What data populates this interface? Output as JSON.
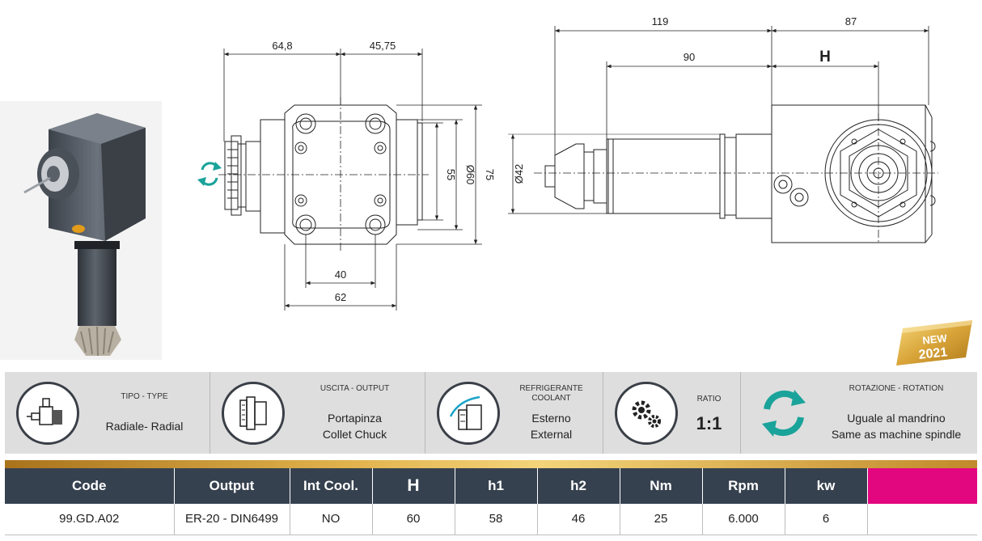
{
  "drawing": {
    "front_view": {
      "dim_top_left": "64,8",
      "dim_top_right": "45,75",
      "dim_inner_height": "55",
      "dim_flange_diameter": "Ø60",
      "dim_total_height": "75",
      "dim_bolt_spacing": "40",
      "dim_flange_width": "62"
    },
    "side_view": {
      "dim_total_length": "119",
      "dim_head_length": "87",
      "dim_body_length": "90",
      "dim_h": "H",
      "dim_shank_diameter": "Ø42"
    }
  },
  "badge": {
    "line1": "NEW",
    "line2": "2021"
  },
  "specs": [
    {
      "icon": "radial-tool-icon",
      "label_1": "TIPO - TYPE",
      "label_2": "",
      "value_1": "Radiale- Radial",
      "value_2": ""
    },
    {
      "icon": "collet-chuck-icon",
      "label_1": "USCITA - OUTPUT",
      "label_2": "",
      "value_1": "Portapinza",
      "value_2": "Collet Chuck"
    },
    {
      "icon": "coolant-icon",
      "label_1": "REFRIGERANTE",
      "label_2": "COOLANT",
      "value_1": "Esterno",
      "value_2": "External"
    },
    {
      "icon": "gears-icon",
      "label_1": "RATIO",
      "label_2": "",
      "value_1": "1:1",
      "value_2": ""
    },
    {
      "icon": "rotation-icon",
      "label_1": "ROTAZIONE - ROTATION",
      "label_2": "",
      "value_1": "Uguale al mandrino",
      "value_2": "Same as machine spindle"
    }
  ],
  "table": {
    "headers": [
      "Code",
      "Output",
      "Int Cool.",
      "H",
      "h1",
      "h2",
      "Nm",
      "Rpm",
      "kw",
      ""
    ],
    "rows": [
      [
        "99.GD.A02",
        "ER-20 - DIN6499",
        "NO",
        "60",
        "58",
        "46",
        "25",
        "6.000",
        "6",
        ""
      ]
    ]
  },
  "colors": {
    "header_bg": "#36414f",
    "accent_magenta": "#e2067f",
    "teal": "#1aa39a",
    "gold": "#d9a53a",
    "spec_bg": "#dedede"
  }
}
